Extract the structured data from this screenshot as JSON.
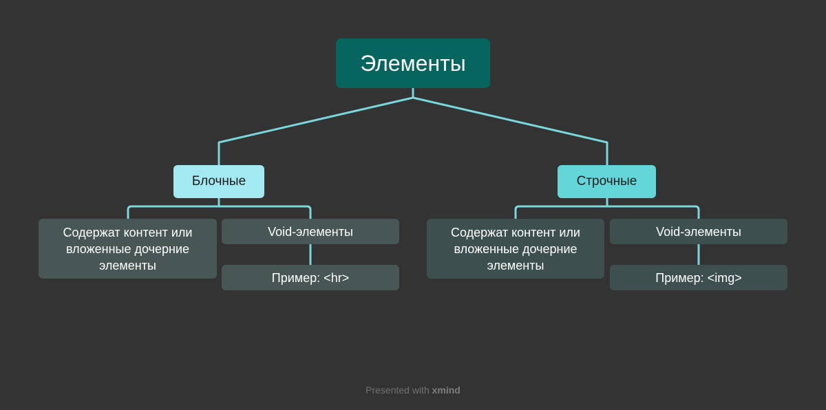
{
  "diagram": {
    "root": "Элементы",
    "branches": [
      {
        "label": "Блочные",
        "children": [
          {
            "label": "Содержат контент или вложенные дочерние элементы"
          },
          {
            "label": "Void-элементы",
            "children": [
              {
                "label": "Пример: <hr>"
              }
            ]
          }
        ]
      },
      {
        "label": "Строчные",
        "children": [
          {
            "label": "Содержат контент или вложенные дочерние элементы"
          },
          {
            "label": "Void-элементы",
            "children": [
              {
                "label": "Пример: <img>"
              }
            ]
          }
        ]
      }
    ]
  },
  "footer": {
    "prefix": "Presented with",
    "brand": "xmind"
  },
  "colors": {
    "background": "#333333",
    "root": "#06655f",
    "branch_left": "#a3e9f1",
    "branch_right": "#62d6d8",
    "connector": "#7ad8dc",
    "leaf": "#485755"
  }
}
